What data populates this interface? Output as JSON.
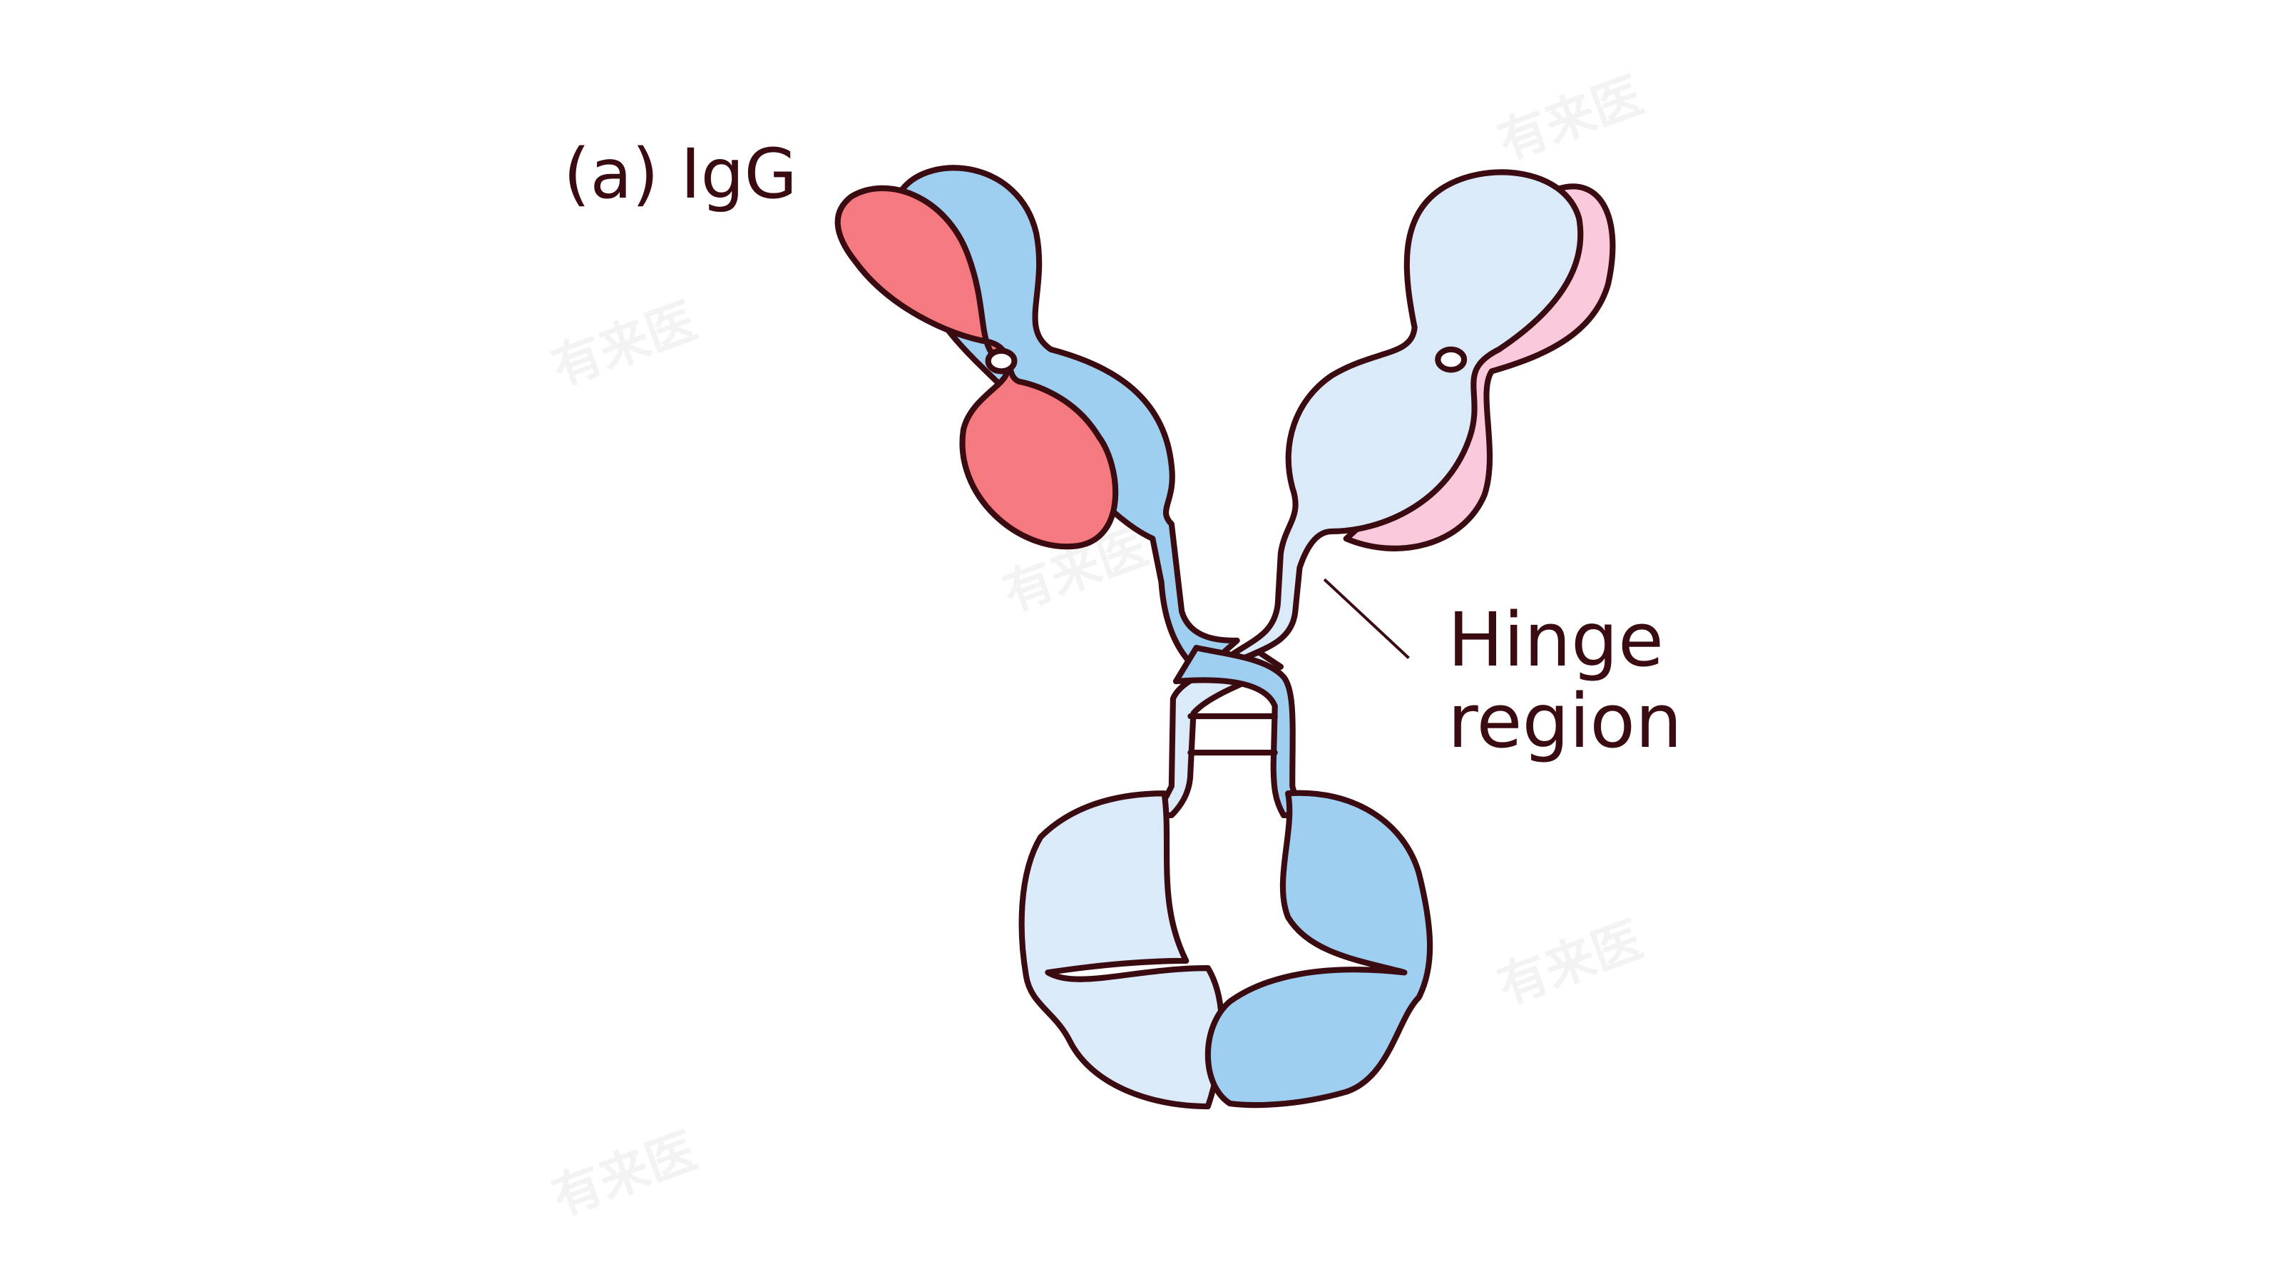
{
  "title": "(a) IgG",
  "labels": {
    "hinge_line1": "Hinge",
    "hinge_line2": "region"
  },
  "watermark": "有来医",
  "colors": {
    "outline": "#3a0c12",
    "light_chain_left": "#f47a80",
    "heavy_chain_left": "#9ecff0",
    "heavy_chain_right": "#dbeaf8",
    "light_chain_right": "#f9cadb"
  }
}
